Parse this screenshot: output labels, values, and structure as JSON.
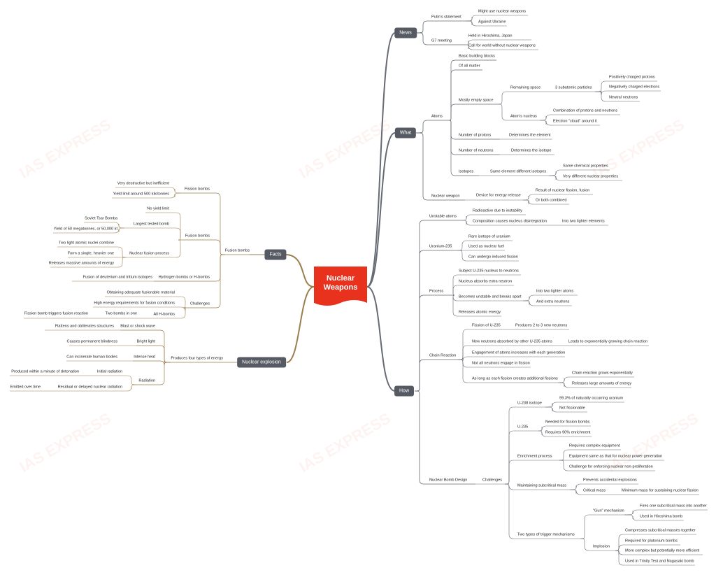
{
  "title": "Nuclear\nWeapons",
  "watermark": "IAS EXPRESS",
  "colors": {
    "center": "#e8321e",
    "branch": "#565a63",
    "line_right": "#666a73",
    "line_left": "#9a7e4e"
  },
  "branches": {
    "news": "News",
    "what": "What",
    "how": "How",
    "facts": "Facts",
    "explosion": "Nuclear explosion"
  },
  "news": {
    "putin": {
      "label": "Putin's statement",
      "items": [
        "Might use nuclear weapons",
        "Against Ukraine"
      ]
    },
    "g7": {
      "label": "G7 meeting",
      "items": [
        "Held in Hiroshima, Japan",
        "Call for world without nuclear weapons"
      ]
    }
  },
  "what": {
    "atoms": "Atoms",
    "basic": "Basic building blocks",
    "matter": "Of all matter",
    "empty": "Mostly empty space",
    "remaining": "Remaining space",
    "subatomic": "3 subatomic particles",
    "particles": [
      "Positively charged protons",
      "Negatively charged electrons",
      "Neutral neutrons"
    ],
    "nucleus": "Atom's nucleus",
    "nucleus_items": [
      "Combination of protons and neutrons",
      "Electron \"cloud\" around it"
    ],
    "protons": "Number of protons",
    "protons_det": "Determines the element",
    "neutrons": "Number of neutrons",
    "neutrons_det": "Determines the isotope",
    "isotopes": "Isotopes",
    "same_element": "Same element different isotopes",
    "isotope_items": [
      "Same chemical properties",
      "Very different nuclear properties"
    ],
    "weapon": "Nuclear weapon",
    "device": "Device for energy release",
    "device_items": [
      "Result of nuclear fission, fusion",
      "Or both combined"
    ]
  },
  "how": {
    "unstable": "Unstable atoms",
    "radioactive": "Radioactive due to instability",
    "composition": "Composition causes nucleus disintegration",
    "lighter": "Into two lighter elements",
    "u235": "Uranium-235",
    "u235_items": [
      "Rare isotope of uranium",
      "Used as nuclear fuel",
      "Can undergo induced fission"
    ],
    "process": "Process",
    "subject": "Subject U-235 nucleus to neutrons",
    "absorbs": "Nucleus absorbs extra neutron",
    "becomes": "Becomes unstable and breaks apart",
    "breaks_items": [
      "Into two lighter atoms",
      "And extra neutrons"
    ],
    "releases": "Releases atomic energy",
    "chain": "Chain Reaction",
    "fission235": "Fission of U-235",
    "produces": "Produces 2 to 3 new neutrons",
    "absorbed": "New neutrons absorbed by other U-235 atoms",
    "leads": "Leads to exponentially growing chain reaction",
    "engagement": "Engagement of atoms increases with each generation",
    "notall": "Not all neutrons engage in fission",
    "aslong": "As long as each fission creates additional fissions",
    "aslong_items": [
      "Chain reaction grows exponentially",
      "Releases large amounts of energy"
    ],
    "design": "Nuclear Bomb Design",
    "challenges": "Challenges",
    "u238": "U-238 isotope",
    "u238_items": [
      "99.3% of naturally occurring uranium",
      "Not fissionable"
    ],
    "u235b": "U-235",
    "u235b_items": [
      "Needed for fission bombs",
      "Requires 90% enrichment"
    ],
    "enrichment": "Enrichment process",
    "enrichment_items": [
      "Requires complex equipment",
      "Equipment same as that for nuclear power generation",
      "Challenge for enforcing nuclear non-proliferation"
    ],
    "subcritical": "Maintaining subcritical mass",
    "prevents": "Prevents accidental explosions",
    "critical": "Critical mass",
    "minimum": "Minimum mass for sustaining nuclear fission",
    "trigger": "Two types of trigger mechanisms",
    "gun": "\"Gun\" mechanism",
    "gun_items": [
      "Fires one subcritical mass into another",
      "Used in Hiroshima bomb"
    ],
    "implosion": "Implosion",
    "implosion_items": [
      "Compresses subcritical masses together",
      "Required for plutonium bombs",
      "More complex but potentially more efficient",
      "Used in Trinity Test and Nagasaki bomb"
    ]
  },
  "facts": {
    "fusion_bombs_top": "Fusion bombs",
    "fission_bombs": "Fission bombs",
    "fission_items": [
      "Very destructive but inefficient",
      "Yield limit around 500 kilotonnes"
    ],
    "fusion_bombs": "Fusion bombs",
    "no_yield": "No yield limit",
    "largest": "Largest tested bomb",
    "largest_items": [
      "Soviet Tsar Bomba",
      "Yield of 50 megatonnes, or 50,000 kt"
    ],
    "fusion_process": "Nuclear fusion process",
    "fusion_process_items": [
      "Two light atomic nuclei combine",
      "Form a single, heavier one",
      "Releases massive amounts of energy"
    ],
    "hydrogen": "Hydrogen bombs or H-bombs",
    "deuterium": "Fusion of deuterium and tritium isotopes",
    "challenges": "Challenges",
    "obtaining": "Obtaining adequate fusionable material",
    "high_energy": "High energy requirements for fusion conditions",
    "all_h": "All H-bombs",
    "two_bombs": "Two bombs in one",
    "triggers": "Fission bomb triggers fusion reaction"
  },
  "explosion": {
    "produces": "Produces four types of energy",
    "blast": "Blast or shock wave",
    "blast_item": "Flattens and obliterates structures",
    "bright": "Bright light",
    "bright_item": "Causes permanent blindness",
    "heat": "Intense heat",
    "heat_item": "Can incinerate human bodies",
    "radiation": "Radiation",
    "initial": "Initial radiation",
    "initial_item": "Produced within a minute of detonation",
    "residual": "Residual or delayed nuclear radiation",
    "residual_item": "Emitted over time"
  }
}
